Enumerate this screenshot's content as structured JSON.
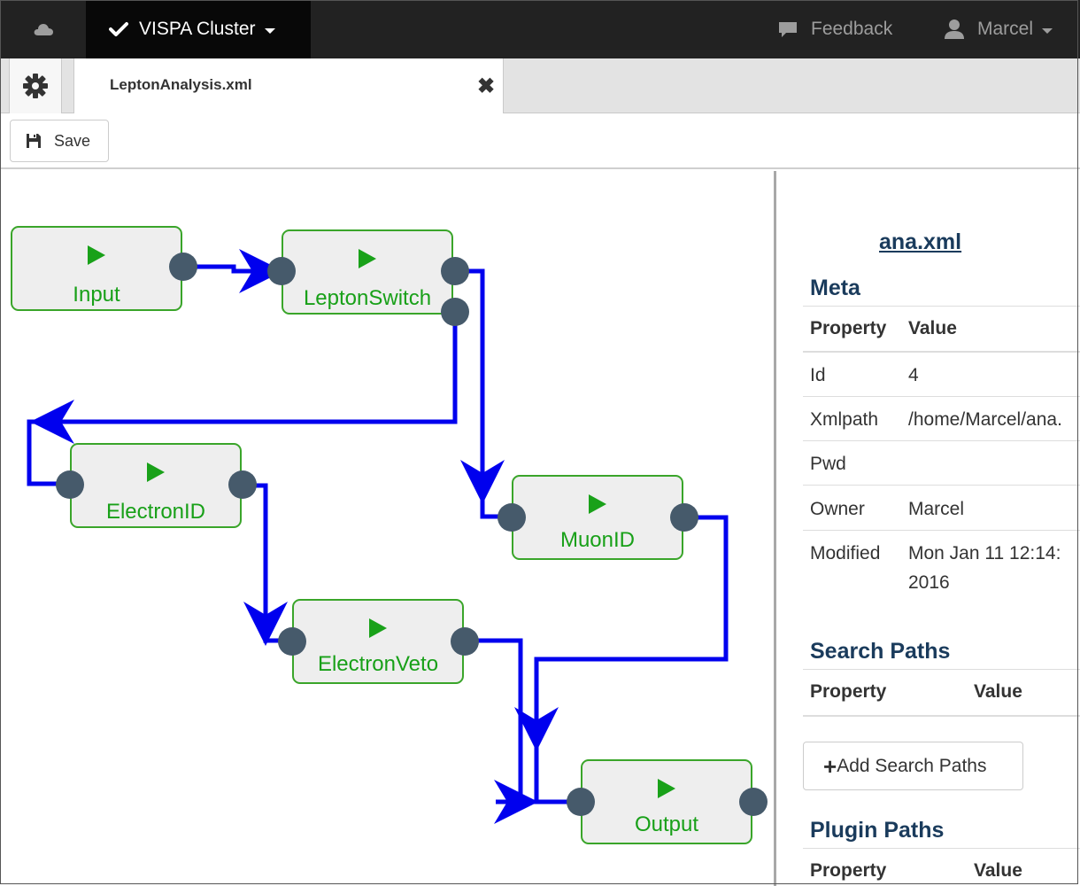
{
  "navbar": {
    "cluster_label": "VISPA Cluster",
    "feedback_label": "Feedback",
    "user_label": "Marcel"
  },
  "tabs": [
    {
      "label": "LeptonAnalysis.xml"
    }
  ],
  "toolbar": {
    "save_label": "Save"
  },
  "nodes": {
    "input": "Input",
    "leptonswitch": "LeptonSwitch",
    "electronid": "ElectronID",
    "muonid": "MuonID",
    "electronveto": "ElectronVeto",
    "output": "Output"
  },
  "panel": {
    "title": "ana.xml",
    "meta": {
      "heading": "Meta",
      "col_property": "Property",
      "col_value": "Value",
      "rows": [
        {
          "property": "Id",
          "value": "4"
        },
        {
          "property": "Xmlpath",
          "value": "/home/Marcel/ana."
        },
        {
          "property": "Pwd",
          "value": ""
        },
        {
          "property": "Owner",
          "value": "Marcel"
        },
        {
          "property": "Modified",
          "value": "Mon Jan 11 12:14:",
          "value2": "2016"
        }
      ]
    },
    "search_paths": {
      "heading": "Search Paths",
      "col_property": "Property",
      "col_value": "Value",
      "add_label": "Add Search Paths"
    },
    "plugin_paths": {
      "heading": "Plugin Paths",
      "col_property": "Property",
      "col_value": "Value"
    }
  },
  "colors": {
    "navbar": "#222222",
    "node_border": "#3aa52a",
    "node_text": "#18a018",
    "wire": "#0000ee",
    "port": "#465a6b",
    "heading": "#1a3b5c"
  }
}
